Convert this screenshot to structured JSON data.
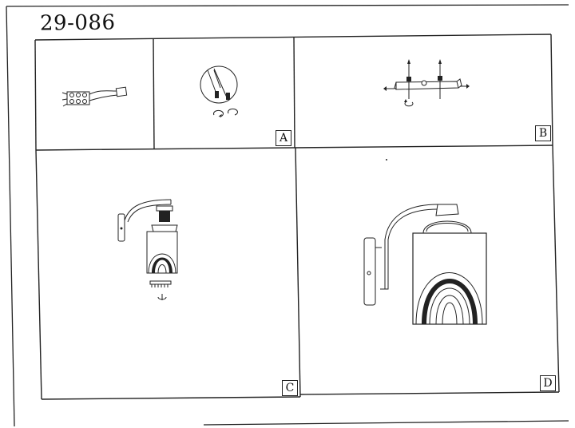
{
  "document": {
    "model_code": "29-086"
  },
  "panels": [
    {
      "id": "A",
      "label": "A",
      "content": "wire-connection"
    },
    {
      "id": "B",
      "label": "B",
      "content": "mounting-bracket"
    },
    {
      "id": "C",
      "label": "C",
      "content": "shade-assembly"
    },
    {
      "id": "D",
      "label": "D",
      "content": "assembled-lamp"
    }
  ]
}
